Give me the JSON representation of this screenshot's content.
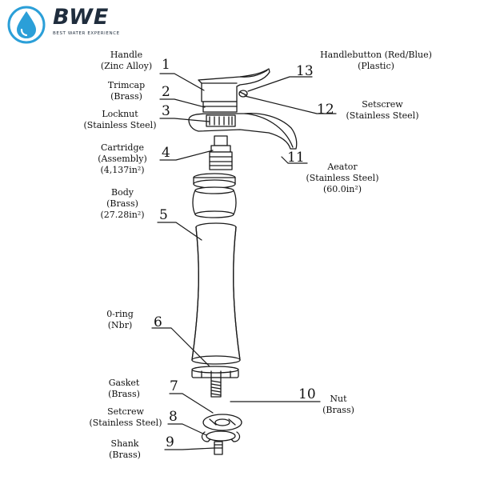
{
  "brand": {
    "name": "BWE",
    "tagline": "BEST WATER EXPERIENCE",
    "accent": "#2b9fd8",
    "icon": "water-drop-icon"
  },
  "parts": [
    {
      "num": "1",
      "name": "Handle",
      "spec": "(Zinc Alloy)",
      "extra": ""
    },
    {
      "num": "2",
      "name": "Trimcap",
      "spec": "(Brass)",
      "extra": ""
    },
    {
      "num": "3",
      "name": "Locknut",
      "spec": "(Stainless Steel)",
      "extra": ""
    },
    {
      "num": "4",
      "name": "Cartridge",
      "spec": "(Assembly)",
      "extra": "(4,137in²)"
    },
    {
      "num": "5",
      "name": "Body",
      "spec": "(Brass)",
      "extra": "(27.28in²)"
    },
    {
      "num": "6",
      "name": "0-ring",
      "spec": "(Nbr)",
      "extra": ""
    },
    {
      "num": "7",
      "name": "Gasket",
      "spec": "(Brass)",
      "extra": ""
    },
    {
      "num": "8",
      "name": "Setcrew",
      "spec": "(Stainless Steel)",
      "extra": ""
    },
    {
      "num": "9",
      "name": "Shank",
      "spec": "(Brass)",
      "extra": ""
    },
    {
      "num": "10",
      "name": "Nut",
      "spec": "(Brass)",
      "extra": ""
    },
    {
      "num": "11",
      "name": "Aeator",
      "spec": "(Stainless Steel)",
      "extra": "(60.0in²)"
    },
    {
      "num": "12",
      "name": "Setscrew",
      "spec": "(Stainless Steel)",
      "extra": ""
    },
    {
      "num": "13",
      "name": "Handlebutton (Red/Blue)",
      "spec": "(Plastic)",
      "extra": ""
    }
  ]
}
